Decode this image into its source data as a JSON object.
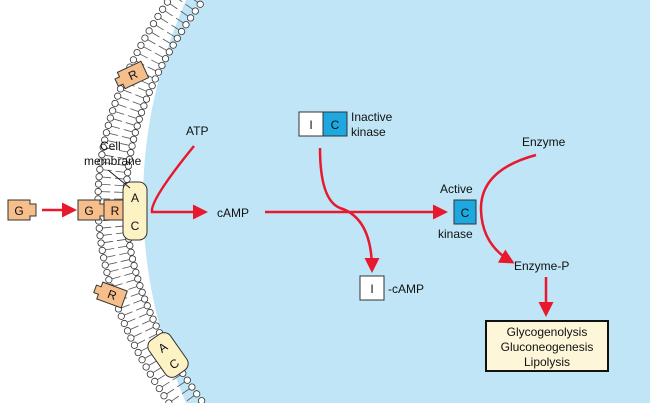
{
  "labels": {
    "cell_membrane_1": "Cell",
    "cell_membrane_2": "membrane",
    "atp": "ATP",
    "camp": "cAMP",
    "inactive_1": "Inactive",
    "inactive_2": "kinase",
    "active_1": "Active",
    "active_2": "kinase",
    "enzyme": "Enzyme",
    "enzyme_p": "Enzyme-P",
    "i_camp": "-cAMP"
  },
  "glyphs": {
    "g": "G",
    "r": "R",
    "a": "A",
    "c": "C",
    "i": "I"
  },
  "outcomes": [
    "Glycogenolysis",
    "Gluconeogenesis",
    "Lipolysis"
  ],
  "colors": {
    "cytoplasm": "#bfe5f7",
    "arrow": "#e8192c",
    "receptor": "#f6be8a",
    "adenylate_cyclase": "#fdf2c3",
    "catalytic_subunit": "#1ea8e0",
    "outcome_box": "#fdf6d8"
  }
}
